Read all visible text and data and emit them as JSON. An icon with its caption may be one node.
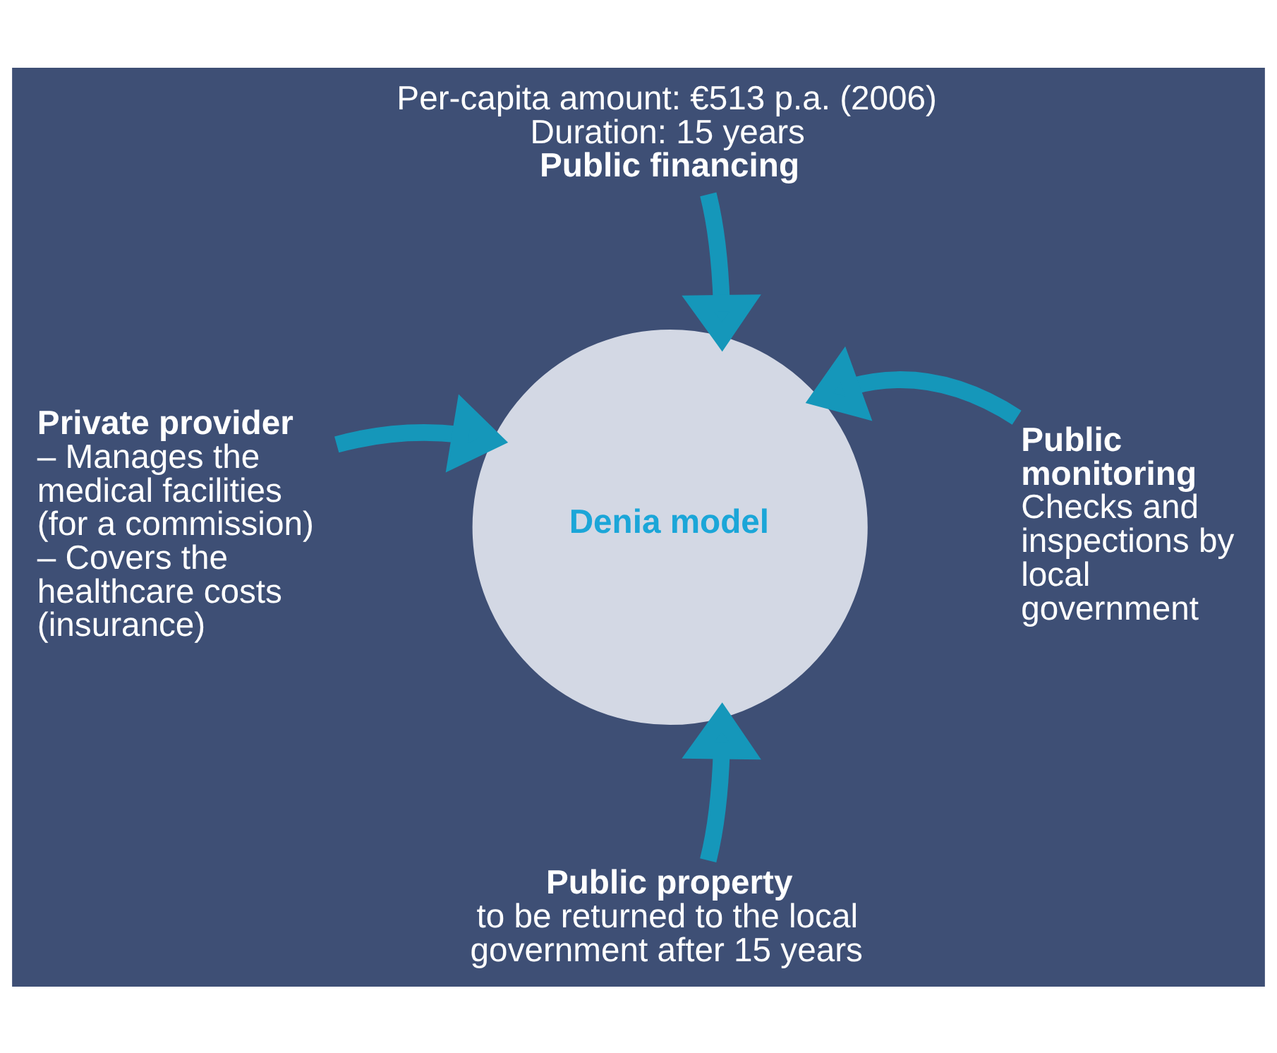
{
  "diagram": {
    "nodes": [
      {
        "text": [
          "Per-capita amount: €513 p.a. (2006)",
          "Duration: 15 years",
          "Public financing"
        ]
      },
      {
        "text": [
          "Private provider",
          "– Manages the medical facilities (for a commission)",
          "– Covers the healthcare costs (insurance)"
        ]
      },
      {
        "text": [
          "Denia model"
        ]
      },
      {
        "text": [
          "Public monitoring",
          "Checks and inspections by local government"
        ]
      },
      {
        "text": [
          "Public property",
          "to be returned to the local government after 15 years"
        ]
      }
    ],
    "edges": [
      {
        "from": 0,
        "to": 2,
        "arrow": "to"
      },
      {
        "from": 1,
        "to": 2,
        "arrow": "to"
      },
      {
        "from": 3,
        "to": 2,
        "arrow": "to"
      },
      {
        "from": 4,
        "to": 2,
        "arrow": "to"
      }
    ]
  }
}
